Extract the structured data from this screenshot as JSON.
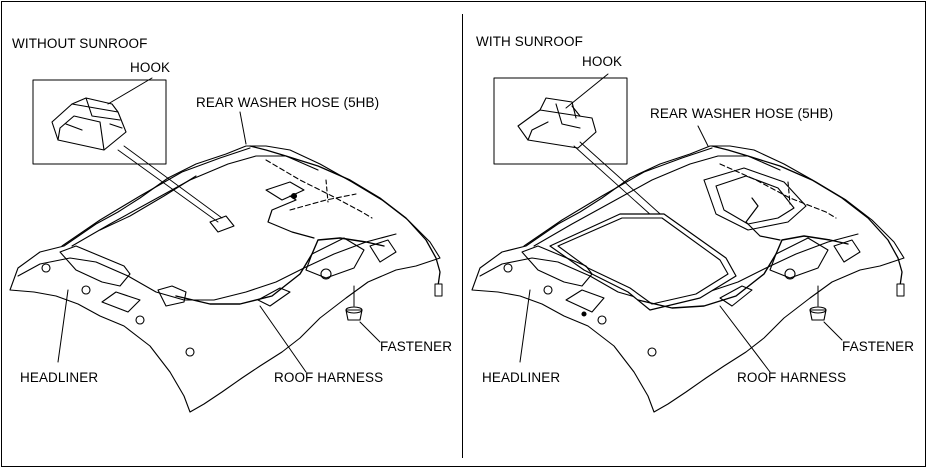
{
  "left_panel": {
    "title": "WITHOUT SUNROOF",
    "hook": "HOOK",
    "rear_washer_hose": "REAR WASHER HOSE (5HB)",
    "fastener": "FASTENER",
    "headliner": "HEADLINER",
    "roof_harness": "ROOF HARNESS"
  },
  "right_panel": {
    "title": "WITH SUNROOF",
    "hook": "HOOK",
    "rear_washer_hose": "REAR WASHER HOSE (5HB)",
    "fastener": "FASTENER",
    "headliner": "HEADLINER",
    "roof_harness": "ROOF HARNESS"
  }
}
